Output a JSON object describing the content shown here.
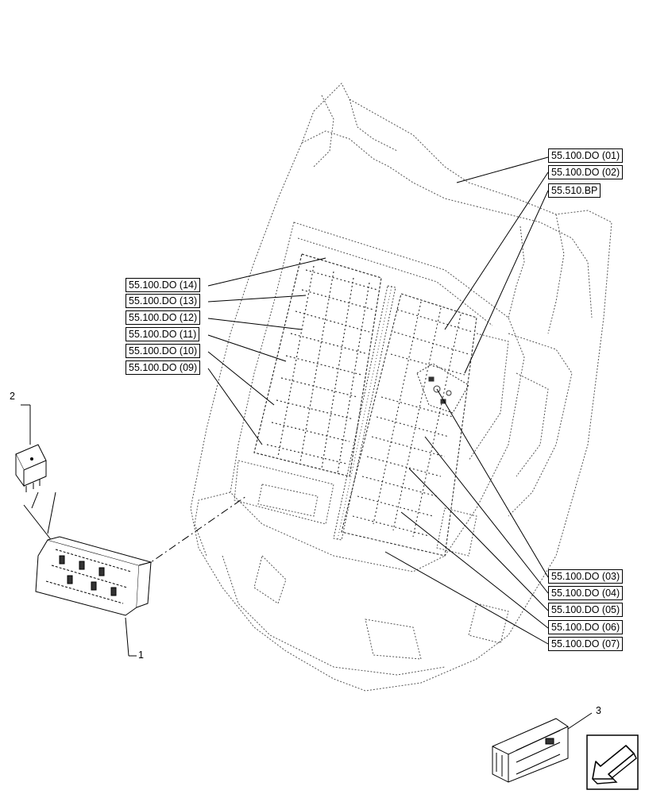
{
  "references": {
    "r01": "55.100.DO (01)",
    "r02": "55.100.DO (02)",
    "bp": "55.510.BP",
    "r14": "55.100.DO (14)",
    "r13": "55.100.DO (13)",
    "r12": "55.100.DO (12)",
    "r11": "55.100.DO (11)",
    "r10": "55.100.DO (10)",
    "r09": "55.100.DO (09)",
    "r03": "55.100.DO (03)",
    "r04": "55.100.DO (04)",
    "r05": "55.100.DO (05)",
    "r06": "55.100.DO (06)",
    "r07": "55.100.DO (07)"
  },
  "callouts": {
    "c1": "1",
    "c2": "2",
    "c3": "3"
  },
  "icons": {
    "nav": "arrow-left-down-icon",
    "package": "crate-icon"
  }
}
